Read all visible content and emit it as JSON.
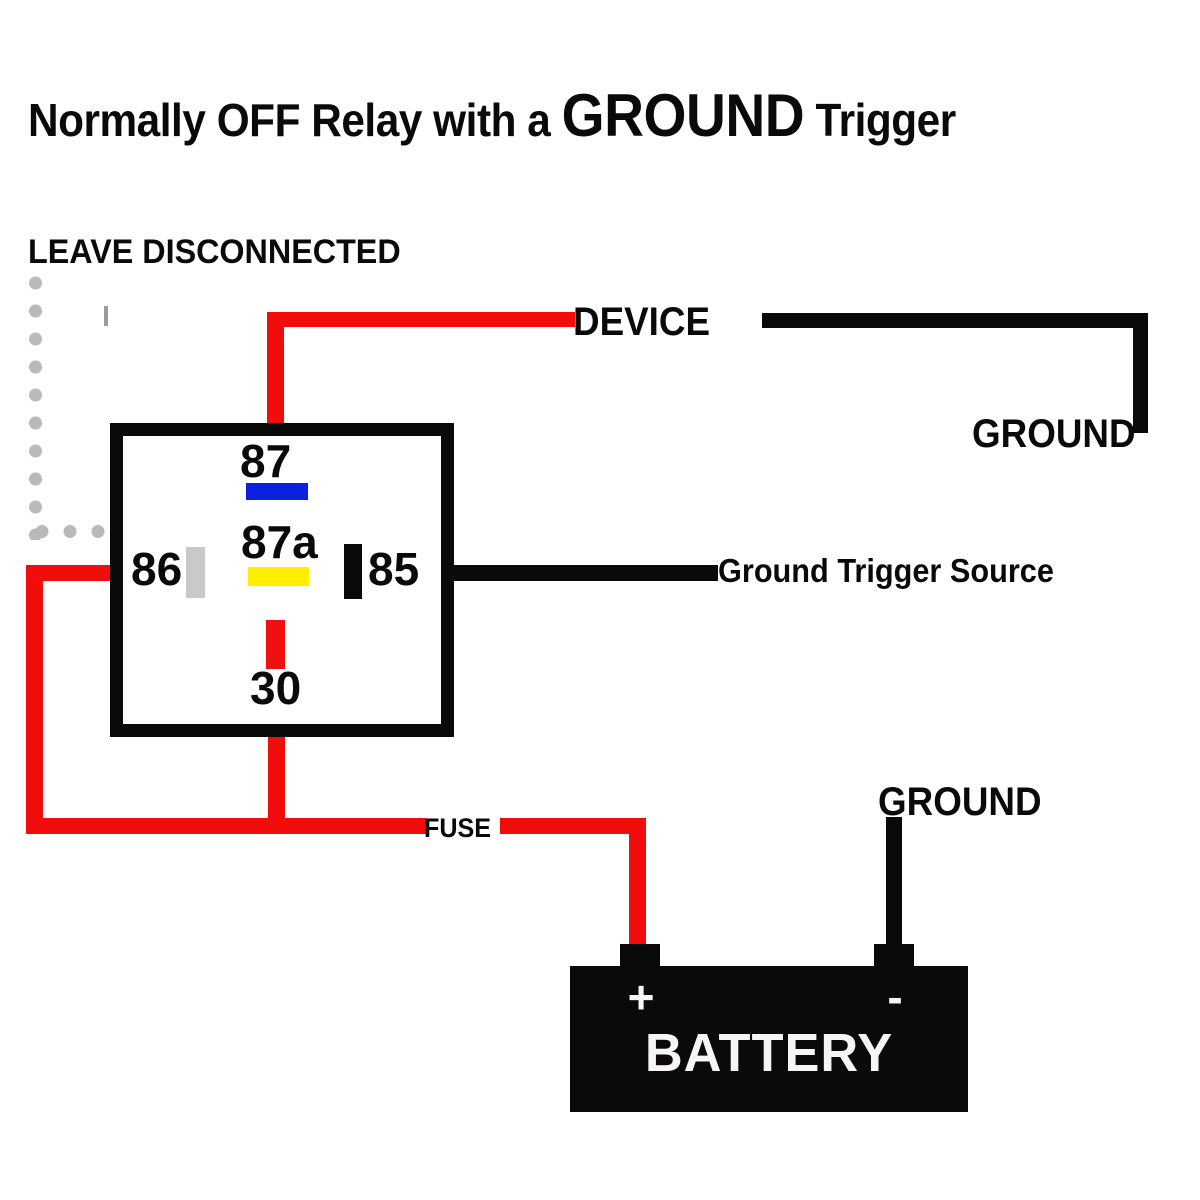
{
  "title": {
    "part1": "Normally OFF Relay with a ",
    "emphasis": "GROUND",
    "part2": " Trigger"
  },
  "labels": {
    "leave_disconnected": "LEAVE DISCONNECTED",
    "device": "DEVICE",
    "ground_device": "GROUND",
    "ground_battery": "GROUND",
    "ground_trigger_source": "Ground Trigger Source",
    "fuse": "FUSE"
  },
  "relay": {
    "terminals": [
      {
        "id": "87",
        "label": "87",
        "chip_color": "#0c21e0"
      },
      {
        "id": "87a",
        "label": "87a",
        "chip_color": "#ffee00"
      },
      {
        "id": "30",
        "label": "30",
        "chip_color": "#f01010"
      },
      {
        "id": "86",
        "label": "86",
        "chip_color": "#c9c9c9"
      },
      {
        "id": "85",
        "label": "85",
        "chip_color": "#0a0a0a"
      }
    ],
    "border_color": "#0a0a0a",
    "fill_color": "#ffffff"
  },
  "battery": {
    "name": "BATTERY",
    "positive": "+",
    "negative": "-",
    "body_color": "#0a0a0a",
    "text_color": "#f7f4f4"
  },
  "wires": {
    "power_color": "#f20d0d",
    "ground_color": "#0a0a0a",
    "disconnected_color": "#b9b9b9"
  }
}
